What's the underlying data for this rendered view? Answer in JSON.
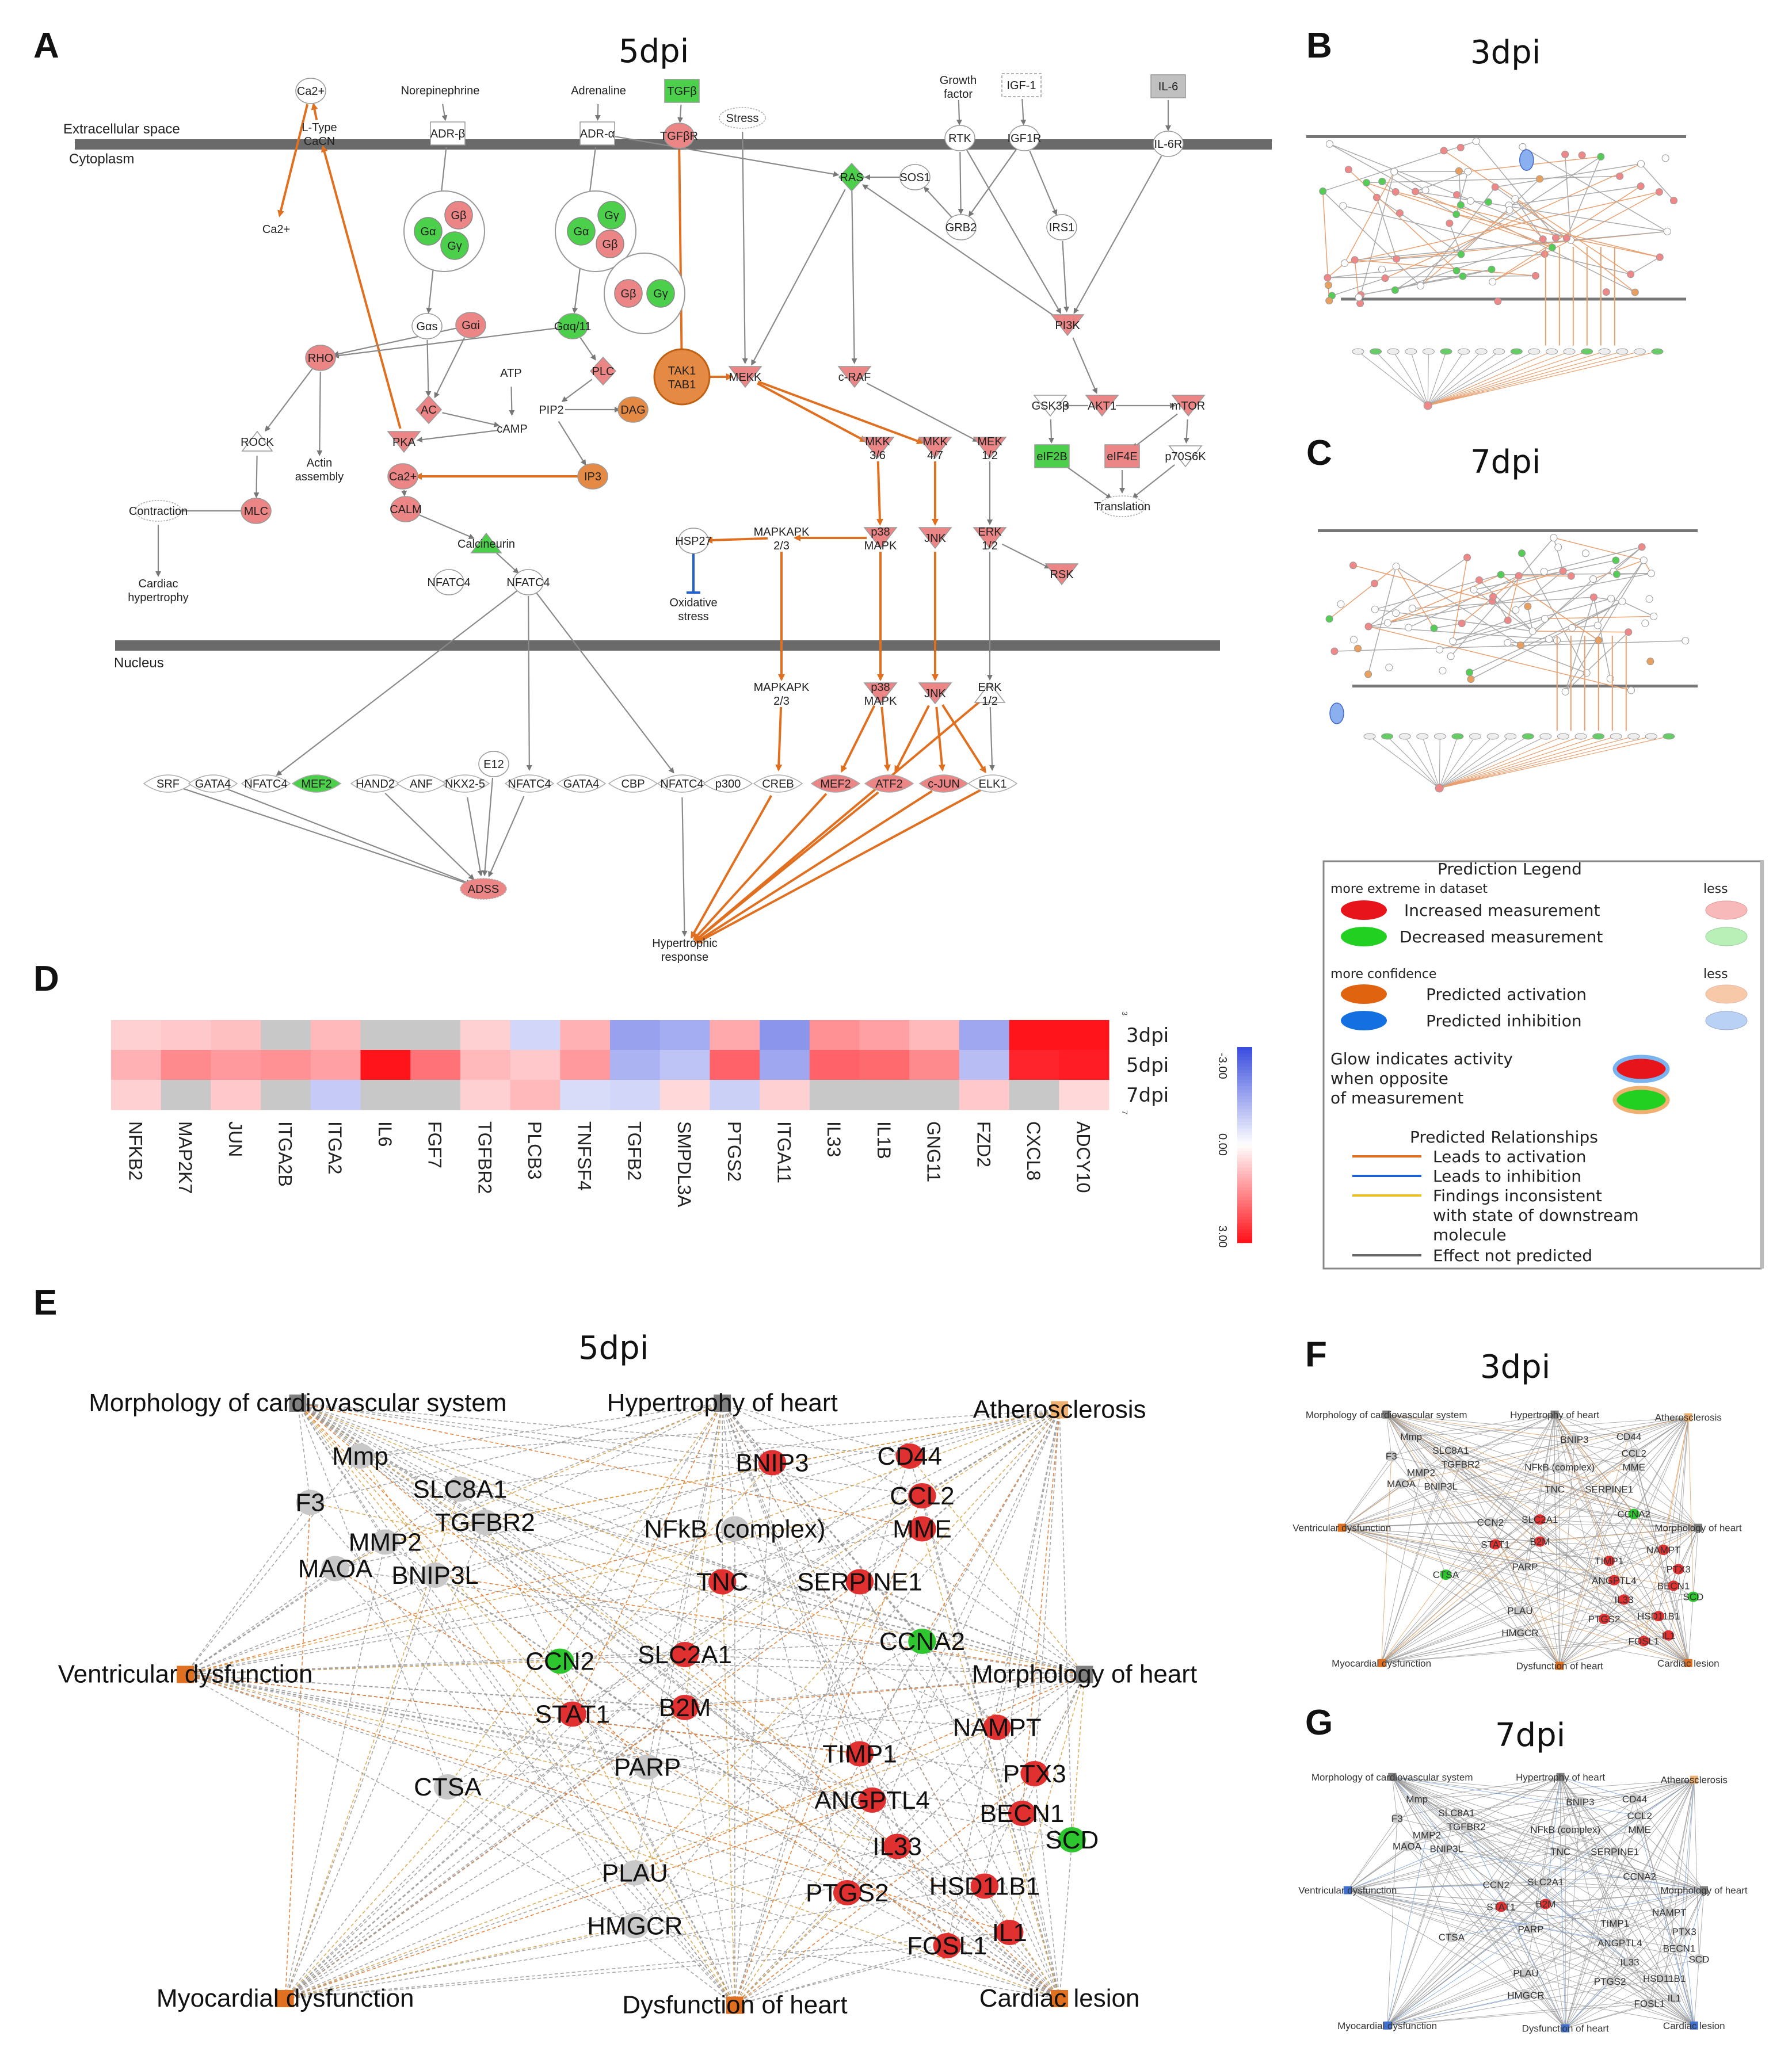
{
  "colors": {
    "up": "#e85a5a",
    "up_light": "#f4a6a6",
    "down": "#3fc63f",
    "down_light": "#a8e8a8",
    "activation": "#e07020",
    "inhibition": "#2060d0",
    "inconsistent": "#e8c020",
    "neutral_edge": "#777777",
    "membrane": "#6a6a6a",
    "blue_heat": "#3d4fe0",
    "red_heat": "#e8141c",
    "missing": "#c8c8c8"
  },
  "panels": {
    "A": {
      "letter": "A",
      "title": "5dpi"
    },
    "B": {
      "letter": "B",
      "title": "3dpi"
    },
    "C": {
      "letter": "C",
      "title": "7dpi"
    },
    "D": {
      "letter": "D"
    },
    "E": {
      "letter": "E",
      "title": "5dpi"
    },
    "F": {
      "letter": "F",
      "title": "3dpi"
    },
    "G": {
      "letter": "G",
      "title": "7dpi"
    }
  },
  "pathway": {
    "compartments": {
      "extracellular": "Extracellular space",
      "cytoplasm": "Cytoplasm",
      "nucleus": "Nucleus"
    },
    "nodes": [
      {
        "id": "ca_top",
        "label": "Ca2+",
        "state": "neutral"
      },
      {
        "id": "ltype",
        "label": "L-Type CaCN",
        "state": "neutral"
      },
      {
        "id": "norepi",
        "label": "Norepinephrine",
        "state": "neutral"
      },
      {
        "id": "adrenaline",
        "label": "Adrenaline",
        "state": "neutral"
      },
      {
        "id": "tgfb",
        "label": "TGFβ",
        "state": "down"
      },
      {
        "id": "growth",
        "label": "Growth factor",
        "state": "neutral"
      },
      {
        "id": "igf1",
        "label": "IGF-1",
        "state": "neutral"
      },
      {
        "id": "il6",
        "label": "IL-6",
        "state": "gray"
      },
      {
        "id": "adrb",
        "label": "ADR-β",
        "state": "neutral"
      },
      {
        "id": "adra",
        "label": "ADR-α",
        "state": "neutral"
      },
      {
        "id": "tgfbr",
        "label": "TGFβR",
        "state": "up"
      },
      {
        "id": "stress",
        "label": "Stress",
        "state": "neutral"
      },
      {
        "id": "rtk",
        "label": "RTK",
        "state": "neutral"
      },
      {
        "id": "igf1r",
        "label": "IGF1R",
        "state": "neutral"
      },
      {
        "id": "il6r",
        "label": "IL-6R",
        "state": "neutral"
      },
      {
        "id": "ca_left",
        "label": "Ca2+",
        "state": "neutral"
      },
      {
        "id": "ras",
        "label": "RAS",
        "state": "down"
      },
      {
        "id": "sos1",
        "label": "SOS1",
        "state": "neutral"
      },
      {
        "id": "grb2",
        "label": "GRB2",
        "state": "neutral"
      },
      {
        "id": "irs1",
        "label": "IRS1",
        "state": "neutral"
      },
      {
        "id": "gas",
        "label": "Gαs",
        "state": "neutral"
      },
      {
        "id": "gai",
        "label": "Gαi",
        "state": "up"
      },
      {
        "id": "gaq11",
        "label": "Gαq/11",
        "state": "down"
      },
      {
        "id": "tak1",
        "label": "TAK1 TAB1",
        "state": "activated"
      },
      {
        "id": "mekk",
        "label": "MEKK",
        "state": "up"
      },
      {
        "id": "craf",
        "label": "c-RAF",
        "state": "up"
      },
      {
        "id": "pi3k",
        "label": "PI3K",
        "state": "up"
      },
      {
        "id": "rho",
        "label": "RHO",
        "state": "up"
      },
      {
        "id": "atp",
        "label": "ATP",
        "state": "neutral"
      },
      {
        "id": "plc",
        "label": "PLC",
        "state": "up"
      },
      {
        "id": "ac",
        "label": "AC",
        "state": "up"
      },
      {
        "id": "pip2",
        "label": "PIP2",
        "state": "neutral"
      },
      {
        "id": "dag",
        "label": "DAG",
        "state": "activated"
      },
      {
        "id": "camp",
        "label": "cAMP",
        "state": "neutral"
      },
      {
        "id": "gsk3b",
        "label": "GSK3β",
        "state": "neutral"
      },
      {
        "id": "akt1",
        "label": "AKT1",
        "state": "up"
      },
      {
        "id": "mtor",
        "label": "mTOR",
        "state": "up"
      },
      {
        "id": "rock",
        "label": "ROCK",
        "state": "neutral"
      },
      {
        "id": "pka",
        "label": "PKA",
        "state": "up"
      },
      {
        "id": "mkk36",
        "label": "MKK 3/6",
        "state": "up"
      },
      {
        "id": "mkk47",
        "label": "MKK 4/7",
        "state": "up"
      },
      {
        "id": "mek12",
        "label": "MEK 1/2",
        "state": "up"
      },
      {
        "id": "eif2b",
        "label": "eIF2B",
        "state": "down"
      },
      {
        "id": "eif4e",
        "label": "eIF4E",
        "state": "up"
      },
      {
        "id": "p70s6k",
        "label": "p70S6K",
        "state": "neutral"
      },
      {
        "id": "actin",
        "label": "Actin assembly",
        "state": "neutral"
      },
      {
        "id": "ca_mid",
        "label": "Ca2+",
        "state": "up"
      },
      {
        "id": "ip3",
        "label": "IP3",
        "state": "activated"
      },
      {
        "id": "translation",
        "label": "Translation",
        "state": "neutral"
      },
      {
        "id": "contraction",
        "label": "Contraction",
        "state": "neutral"
      },
      {
        "id": "mlc",
        "label": "MLC",
        "state": "up"
      },
      {
        "id": "calm",
        "label": "CALM",
        "state": "up"
      },
      {
        "id": "mapkapk_c",
        "label": "MAPKAPK 2/3",
        "state": "neutral"
      },
      {
        "id": "hsp27",
        "label": "HSP27",
        "state": "neutral"
      },
      {
        "id": "p38_c",
        "label": "p38 MAPK",
        "state": "up"
      },
      {
        "id": "jnk_c",
        "label": "JNK",
        "state": "up"
      },
      {
        "id": "erk_c",
        "label": "ERK 1/2",
        "state": "up"
      },
      {
        "id": "calcineurin",
        "label": "Calcineurin",
        "state": "down"
      },
      {
        "id": "rsk",
        "label": "RSK",
        "state": "up"
      },
      {
        "id": "nfatc4_p",
        "label": "NFATC4",
        "state": "neutral"
      },
      {
        "id": "nfatc4",
        "label": "NFATC4",
        "state": "neutral"
      },
      {
        "id": "cardiac_hyp",
        "label": "Cardiac hypertrophy",
        "state": "neutral"
      },
      {
        "id": "oxidative",
        "label": "Oxidative stress",
        "state": "neutral"
      },
      {
        "id": "mapkapk_n",
        "label": "MAPKAPK 2/3",
        "state": "neutral"
      },
      {
        "id": "p38_n",
        "label": "p38 MAPK",
        "state": "up"
      },
      {
        "id": "jnk_n",
        "label": "JNK",
        "state": "up"
      },
      {
        "id": "erk_n",
        "label": "ERK 1/2",
        "state": "neutral"
      },
      {
        "id": "e12",
        "label": "E12",
        "state": "neutral"
      },
      {
        "id": "srf",
        "label": "SRF",
        "state": "neutral"
      },
      {
        "id": "gata4a",
        "label": "GATA4",
        "state": "neutral"
      },
      {
        "id": "nfatc4a",
        "label": "NFATC4",
        "state": "neutral"
      },
      {
        "id": "mef2a",
        "label": "MEF2",
        "state": "down"
      },
      {
        "id": "hand2",
        "label": "HAND2",
        "state": "neutral"
      },
      {
        "id": "nkx25",
        "label": "NKX2-5",
        "state": "neutral"
      },
      {
        "id": "anf",
        "label": "ANF",
        "state": "neutral"
      },
      {
        "id": "nfatc4b",
        "label": "NFATC4",
        "state": "neutral"
      },
      {
        "id": "gata4b",
        "label": "GATA4",
        "state": "neutral"
      },
      {
        "id": "cbp",
        "label": "CBP",
        "state": "neutral"
      },
      {
        "id": "nfatc4c",
        "label": "NFATC4",
        "state": "neutral"
      },
      {
        "id": "p300",
        "label": "p300",
        "state": "neutral"
      },
      {
        "id": "creb",
        "label": "CREB",
        "state": "neutral"
      },
      {
        "id": "mef2b",
        "label": "MEF2",
        "state": "up"
      },
      {
        "id": "atf2",
        "label": "ATF2",
        "state": "up"
      },
      {
        "id": "cjun",
        "label": "c-JUN",
        "state": "up"
      },
      {
        "id": "elk1",
        "label": "ELK1",
        "state": "neutral"
      },
      {
        "id": "adss",
        "label": "ADSS",
        "state": "up"
      },
      {
        "id": "hyper",
        "label": "Hypertrophic response",
        "state": "neutral"
      }
    ],
    "complex_labels": {
      "gb": "Gβ",
      "ga": "Gα",
      "gy": "Gγ",
      "gq": "Gα"
    }
  },
  "legend": {
    "title": "Prediction Legend",
    "more_extreme": "more extreme in dataset",
    "less": "less",
    "increased": "Increased measurement",
    "decreased": "Decreased measurement",
    "more_confidence": "more confidence",
    "activation": "Predicted activation",
    "inhibition": "Predicted inhibition",
    "glow_line1": "Glow indicates activity",
    "glow_line2": "when opposite",
    "glow_line3": "of measurement",
    "relationships_title": "Predicted Relationships",
    "rel_activation": "Leads to activation",
    "rel_inhibition": "Leads to inhibition",
    "rel_inconsistent1": "Findings inconsistent",
    "rel_inconsistent2": "with state of downstream",
    "rel_inconsistent3": "molecule",
    "rel_none": "Effect not predicted"
  },
  "chart_data": {
    "type": "heatmap",
    "rows": [
      "3dpi",
      "5dpi",
      "7dpi"
    ],
    "columns": [
      "NFKB2",
      "MAP2K7",
      "JUN",
      "ITGA2B",
      "ITGA2",
      "IL6",
      "FGF7",
      "TGFBR2",
      "PLCB3",
      "TNFSF4",
      "TGFB2",
      "SMPDL3A",
      "PTGS2",
      "ITGA11",
      "IL33",
      "IL1B",
      "GNG11",
      "FZD2",
      "CXCL8",
      "ADCY10"
    ],
    "values": [
      [
        0.6,
        0.7,
        0.8,
        null,
        0.9,
        null,
        null,
        0.6,
        -0.7,
        1.0,
        -1.6,
        -1.4,
        1.1,
        -1.8,
        1.4,
        1.2,
        0.9,
        -1.5,
        3.0,
        3.0
      ],
      [
        1.0,
        1.5,
        1.3,
        1.4,
        1.2,
        3.0,
        1.8,
        0.9,
        0.7,
        1.3,
        -1.3,
        -1.0,
        2.0,
        -1.5,
        2.0,
        1.9,
        1.5,
        -1.1,
        2.8,
        2.9
      ],
      [
        0.6,
        null,
        0.7,
        null,
        -0.9,
        null,
        null,
        0.6,
        0.9,
        -0.6,
        -0.7,
        0.5,
        -0.8,
        0.6,
        null,
        null,
        null,
        0.7,
        null,
        0.5
      ]
    ],
    "colorbar": {
      "min_label": "-3.00",
      "mid_label": "0.00",
      "max_label": "3.00",
      "range": [
        -3,
        3
      ]
    },
    "row_axis_labels": {
      "top": "3",
      "bottom": "7"
    }
  },
  "network": {
    "functions": [
      {
        "id": "morph_cv",
        "label": "Morphology of cardiovascular system"
      },
      {
        "id": "hyp_heart",
        "label": "Hypertrophy of heart"
      },
      {
        "id": "athero",
        "label": "Atherosclerosis"
      },
      {
        "id": "vent_dys",
        "label": "Ventricular dysfunction"
      },
      {
        "id": "morph_heart",
        "label": "Morphology of heart"
      },
      {
        "id": "myo_dys",
        "label": "Myocardial dysfunction"
      },
      {
        "id": "dys_heart",
        "label": "Dysfunction of heart"
      },
      {
        "id": "card_les",
        "label": "Cardiac lesion"
      }
    ],
    "genes": [
      {
        "id": "Mmp",
        "label": "Mmp",
        "state": "neutral"
      },
      {
        "id": "SLC8A1",
        "label": "SLC8A1",
        "state": "neutral"
      },
      {
        "id": "F3",
        "label": "F3",
        "state": "neutral"
      },
      {
        "id": "TGFBR2",
        "label": "TGFBR2",
        "state": "neutral"
      },
      {
        "id": "MMP2",
        "label": "MMP2",
        "state": "neutral"
      },
      {
        "id": "MAOA",
        "label": "MAOA",
        "state": "neutral"
      },
      {
        "id": "BNIP3L",
        "label": "BNIP3L",
        "state": "neutral"
      },
      {
        "id": "BNIP3",
        "label": "BNIP3",
        "state": "up"
      },
      {
        "id": "CD44",
        "label": "CD44",
        "state": "up"
      },
      {
        "id": "CCL2",
        "label": "CCL2",
        "state": "up"
      },
      {
        "id": "NFkB",
        "label": "NFkB (complex)",
        "state": "neutral"
      },
      {
        "id": "MME",
        "label": "MME",
        "state": "up"
      },
      {
        "id": "TNC",
        "label": "TNC",
        "state": "up"
      },
      {
        "id": "SERPINE1",
        "label": "SERPINE1",
        "state": "up"
      },
      {
        "id": "CCNA2",
        "label": "CCNA2",
        "state": "down"
      },
      {
        "id": "CCN2",
        "label": "CCN2",
        "state": "down"
      },
      {
        "id": "SLC2A1",
        "label": "SLC2A1",
        "state": "up"
      },
      {
        "id": "B2M",
        "label": "B2M",
        "state": "up"
      },
      {
        "id": "STAT1",
        "label": "STAT1",
        "state": "up"
      },
      {
        "id": "NAMPT",
        "label": "NAMPT",
        "state": "up"
      },
      {
        "id": "PTX3",
        "label": "PTX3",
        "state": "up"
      },
      {
        "id": "TIMP1",
        "label": "TIMP1",
        "state": "up"
      },
      {
        "id": "PARP",
        "label": "PARP",
        "state": "neutral"
      },
      {
        "id": "CTSA",
        "label": "CTSA",
        "state": "neutral"
      },
      {
        "id": "ANGPTL4",
        "label": "ANGPTL4",
        "state": "up"
      },
      {
        "id": "BECN1",
        "label": "BECN1",
        "state": "up"
      },
      {
        "id": "SCD",
        "label": "SCD",
        "state": "down"
      },
      {
        "id": "IL33",
        "label": "IL33",
        "state": "up"
      },
      {
        "id": "PLAU",
        "label": "PLAU",
        "state": "neutral"
      },
      {
        "id": "HSD11B1",
        "label": "HSD11B1",
        "state": "up"
      },
      {
        "id": "PTGS2",
        "label": "PTGS2",
        "state": "up"
      },
      {
        "id": "HMGCR",
        "label": "HMGCR",
        "state": "neutral"
      },
      {
        "id": "IL1",
        "label": "IL1",
        "state": "up"
      },
      {
        "id": "FOSL1",
        "label": "FOSL1",
        "state": "up"
      }
    ]
  }
}
